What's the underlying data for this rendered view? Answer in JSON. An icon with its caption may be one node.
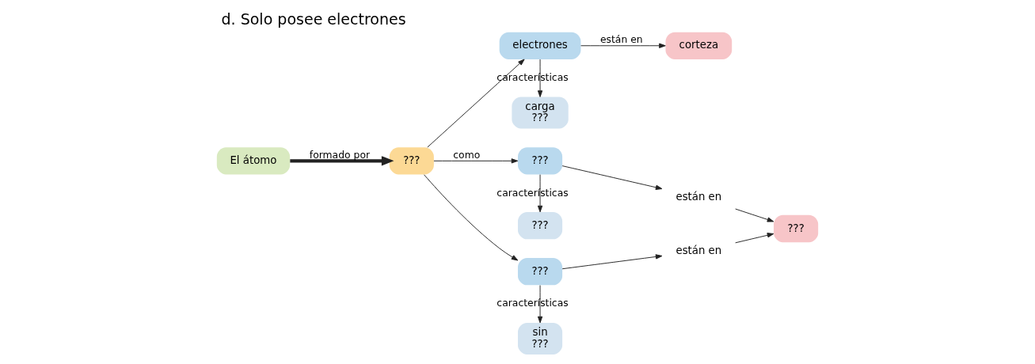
{
  "diagram": {
    "title": "d. Solo posee electrones",
    "nodes": [
      {
        "text": [
          "El átomo"
        ]
      },
      {
        "text": [
          "???"
        ]
      },
      {
        "text": [
          "electrones"
        ]
      },
      {
        "text": [
          "carga",
          "???"
        ]
      },
      {
        "text": [
          "corteza"
        ]
      },
      {
        "text": [
          "???"
        ]
      },
      {
        "text": [
          "???"
        ]
      },
      {
        "text": [
          "???"
        ]
      },
      {
        "text": [
          "sin",
          "???"
        ]
      },
      {
        "text": [
          "están en"
        ]
      },
      {
        "text": [
          "están en"
        ]
      },
      {
        "text": [
          "???"
        ]
      }
    ],
    "edges": [
      {
        "from": 0,
        "to": 1,
        "arrow": "to",
        "label": "formado por",
        "style": "thick"
      },
      {
        "from": 1,
        "to": 2,
        "arrow": "to"
      },
      {
        "from": 1,
        "to": 5,
        "arrow": "to",
        "label": "como"
      },
      {
        "from": 1,
        "to": 7,
        "arrow": "to"
      },
      {
        "from": 2,
        "to": 4,
        "arrow": "to",
        "label": "están en"
      },
      {
        "from": 2,
        "to": 3,
        "arrow": "to",
        "label": "características"
      },
      {
        "from": 5,
        "to": 6,
        "arrow": "to",
        "label": "características"
      },
      {
        "from": 7,
        "to": 8,
        "arrow": "to",
        "label": "características"
      },
      {
        "from": 5,
        "to": 9,
        "arrow": "to"
      },
      {
        "from": 7,
        "to": 10,
        "arrow": "to"
      },
      {
        "from": 9,
        "to": 11,
        "arrow": "to"
      },
      {
        "from": 10,
        "to": 11,
        "arrow": "to"
      }
    ]
  }
}
